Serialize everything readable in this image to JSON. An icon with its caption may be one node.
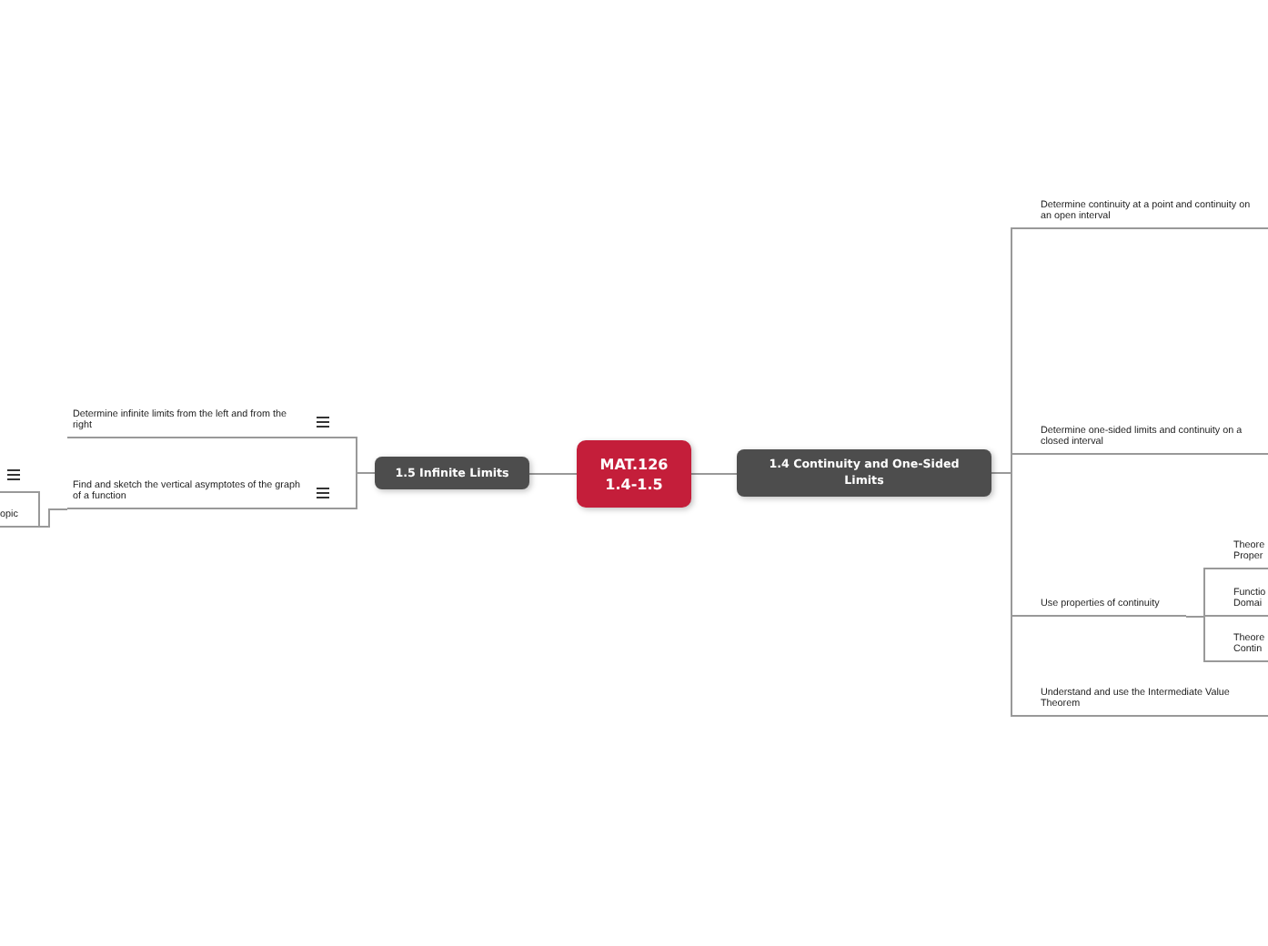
{
  "diagram": {
    "nodes": [
      {
        "text": [
          "MAT.126 1.4-1.5"
        ]
      },
      {
        "text": [
          "1.5 Infinite Limits"
        ]
      },
      {
        "text": [
          "Determine infinite limits from the left and from the right"
        ]
      },
      {
        "text": [
          "Find and sketch the vertical asymptotes of the graph of a function"
        ]
      },
      {
        "text": [
          "opic"
        ]
      },
      {
        "text": [
          "1.4 Continuity and One-Sided Limits"
        ]
      },
      {
        "text": [
          "Determine continuity at a point and continuity on an open interval"
        ]
      },
      {
        "text": [
          "Determine one-sided limits and continuity on a closed interval"
        ]
      },
      {
        "text": [
          "Use properties of continuity"
        ]
      },
      {
        "text": [
          "Understand and use the Intermediate Value Theorem"
        ]
      },
      {
        "text": [
          "Theore Proper"
        ]
      },
      {
        "text": [
          "Functio Domai"
        ]
      },
      {
        "text": [
          "Theore Contin"
        ]
      }
    ],
    "edges": [
      {
        "from": 0,
        "to": 1,
        "arrow": "none"
      },
      {
        "from": 1,
        "to": 2,
        "arrow": "none"
      },
      {
        "from": 1,
        "to": 3,
        "arrow": "none"
      },
      {
        "from": 3,
        "to": 4,
        "arrow": "none"
      },
      {
        "from": 0,
        "to": 5,
        "arrow": "none"
      },
      {
        "from": 5,
        "to": 6,
        "arrow": "none"
      },
      {
        "from": 5,
        "to": 7,
        "arrow": "none"
      },
      {
        "from": 5,
        "to": 8,
        "arrow": "none"
      },
      {
        "from": 5,
        "to": 9,
        "arrow": "none"
      },
      {
        "from": 8,
        "to": 10,
        "arrow": "none"
      },
      {
        "from": 8,
        "to": 11,
        "arrow": "none"
      },
      {
        "from": 8,
        "to": 12,
        "arrow": "none"
      }
    ]
  }
}
